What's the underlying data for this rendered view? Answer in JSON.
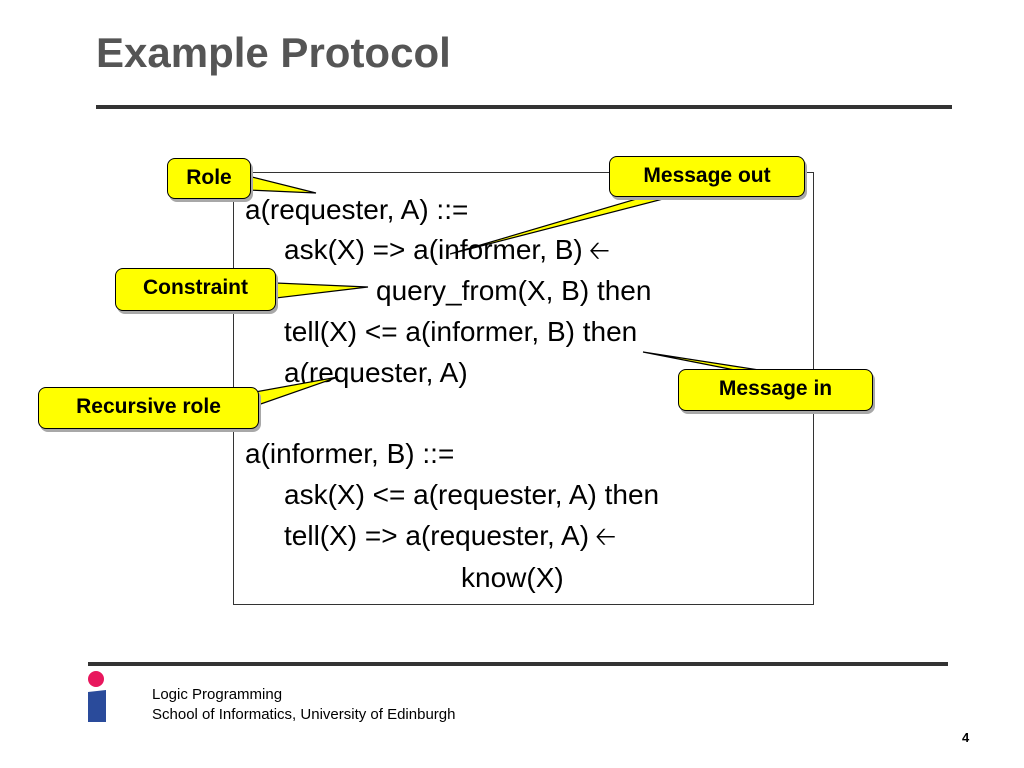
{
  "slide": {
    "title": "Example Protocol",
    "page_number": "4"
  },
  "code": {
    "requester_role": {
      "header": "a(requester, A) ::=",
      "line1": "ask(X) => a(informer, B)",
      "line2": "query_from(X, B) then",
      "line3": "tell(X) <= a(informer, B) then",
      "line4": "a(requester, A)"
    },
    "informer_role": {
      "header": "a(informer, B) ::=",
      "line1": "ask(X) <= a(requester, A) then",
      "line2": "tell(X) => a(requester, A)",
      "line3": "know(X)"
    },
    "arrow_symbol": "🡠"
  },
  "callouts": {
    "role": "Role",
    "message_out": "Message out",
    "constraint": "Constraint",
    "recursive_role": "Recursive role",
    "message_in": "Message in"
  },
  "footer": {
    "line1": "Logic Programming",
    "line2": "School of Informatics, University of Edinburgh"
  },
  "colors": {
    "title": "#555555",
    "callout_fill": "#ffff00",
    "logo_pink": "#e8175d",
    "logo_blue": "#2a4b9b",
    "rule": "#333333"
  },
  "icons": {
    "implication_arrow": "left-arrow-icon",
    "logo": "informatics-logo-icon"
  }
}
